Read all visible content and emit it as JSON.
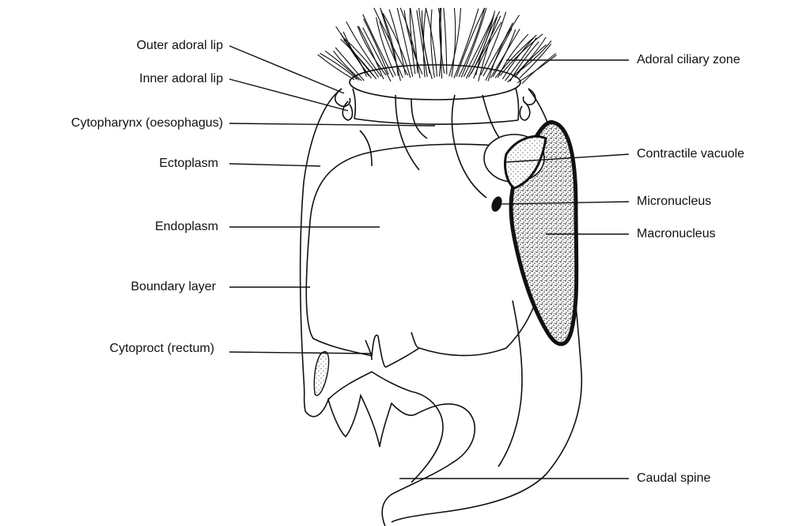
{
  "labels": {
    "outer_adoral_lip": "Outer adoral lip",
    "inner_adoral_lip": "Inner adoral lip",
    "cytopharynx": "Cytopharynx (oesophagus)",
    "ectoplasm": "Ectoplasm",
    "endoplasm": "Endoplasm",
    "boundary_layer": "Boundary layer",
    "cytoproct": "Cytoproct (rectum)",
    "adoral_ciliary_zone": "Adoral ciliary zone",
    "contractile_vacuole": "Contractile vacuole",
    "micronucleus": "Micronucleus",
    "macronucleus": "Macronucleus",
    "caudal_spine": "Caudal spine"
  },
  "colors": {
    "ink": "#111111",
    "background": "#ffffff",
    "stipple": "#222222"
  }
}
